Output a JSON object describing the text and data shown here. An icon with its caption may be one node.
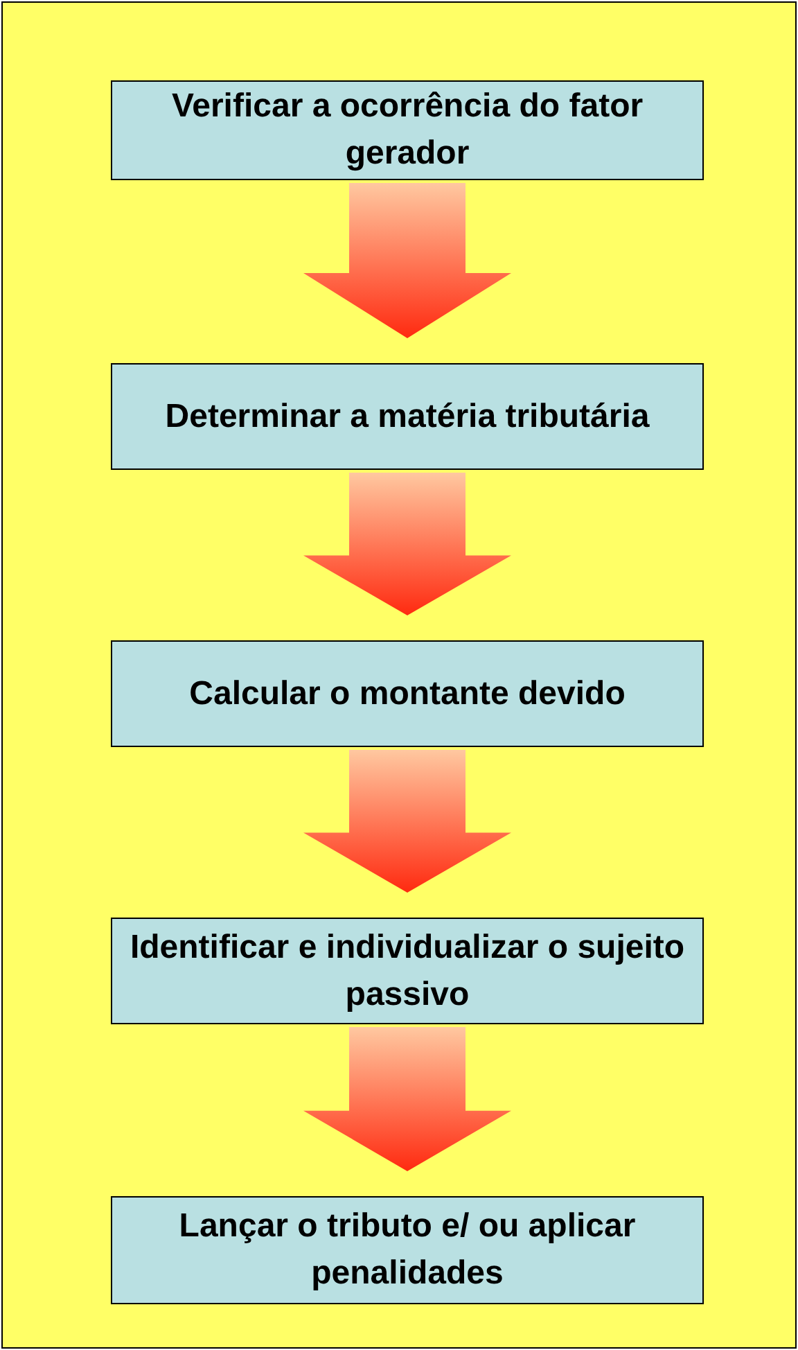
{
  "diagram": {
    "nodes": [
      {
        "text": [
          "Verificar a ocorrência do fator gerador"
        ]
      },
      {
        "text": [
          "Determinar a matéria tributária"
        ]
      },
      {
        "text": [
          "Calcular o montante devido"
        ]
      },
      {
        "text": [
          "Identificar e individualizar o sujeito passivo"
        ]
      },
      {
        "text": [
          "Lançar o tributo e/ ou aplicar penalidades"
        ]
      }
    ],
    "edges": [
      {
        "from": 0,
        "to": 1,
        "arrow": "to"
      },
      {
        "from": 1,
        "to": 2,
        "arrow": "to"
      },
      {
        "from": 2,
        "to": 3,
        "arrow": "to"
      },
      {
        "from": 3,
        "to": 4,
        "arrow": "to"
      }
    ]
  }
}
